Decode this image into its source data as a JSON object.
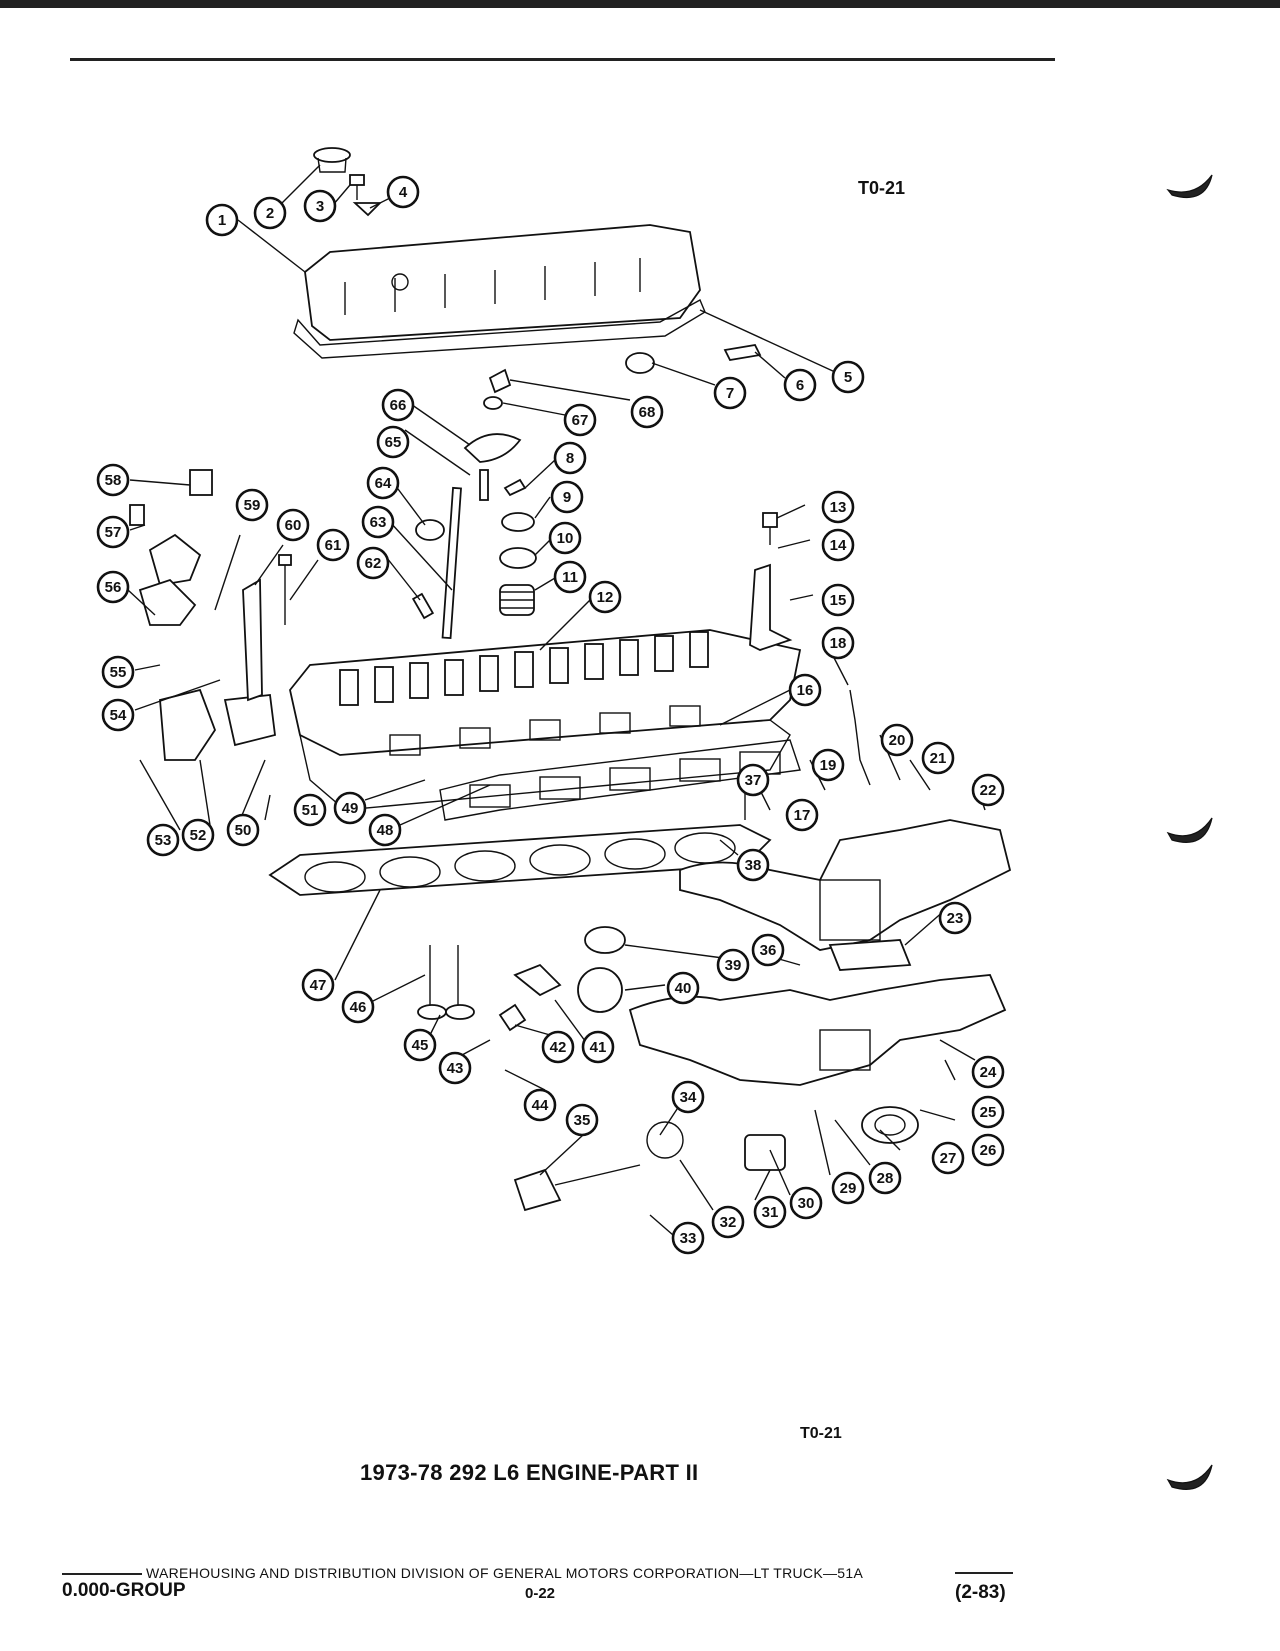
{
  "figure_code_top": "T0-21",
  "figure_code_bottom": "T0-21",
  "caption": "1973-78 292 L6 ENGINE-PART II",
  "footer": {
    "line": "WAREHOUSING AND DISTRIBUTION  DIVISION OF GENERAL MOTORS CORPORATION—LT TRUCK—51A",
    "group": "0.000-GROUP",
    "page": "0-22",
    "date": "(2-83)"
  },
  "callouts": [
    "1",
    "2",
    "3",
    "4",
    "5",
    "6",
    "7",
    "8",
    "9",
    "10",
    "11",
    "12",
    "13",
    "14",
    "15",
    "16",
    "17",
    "18",
    "19",
    "20",
    "21",
    "22",
    "23",
    "24",
    "25",
    "26",
    "27",
    "28",
    "29",
    "30",
    "31",
    "32",
    "33",
    "34",
    "35",
    "36",
    "37",
    "38",
    "39",
    "40",
    "41",
    "42",
    "43",
    "44",
    "45",
    "46",
    "47",
    "48",
    "49",
    "50",
    "51",
    "52",
    "53",
    "54",
    "55",
    "56",
    "57",
    "58",
    "59",
    "60",
    "61",
    "62",
    "63",
    "64",
    "65",
    "66",
    "67",
    "68"
  ]
}
